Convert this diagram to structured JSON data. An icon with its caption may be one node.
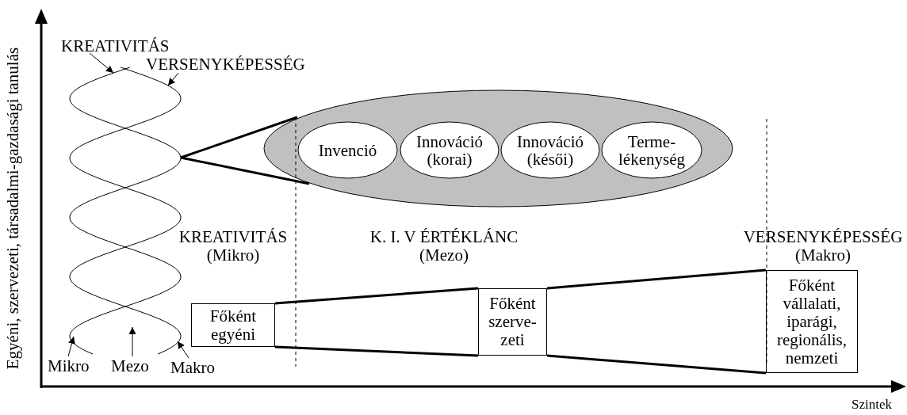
{
  "diagram": {
    "nodes": [
      {
        "text": [
          "KREATIVITÁS"
        ]
      },
      {
        "text": [
          "VERSENYKÉPESSÉG"
        ]
      },
      {
        "text": [],
        "shape": "helix"
      },
      {
        "text": [],
        "shape": "ellipse"
      },
      {
        "text": [
          "Invenció"
        ],
        "in": 3
      },
      {
        "text": [
          "Innováció (korai)"
        ],
        "in": 3
      },
      {
        "text": [
          "Innováció (késői)"
        ],
        "in": 3
      },
      {
        "text": [
          "Terme-lékenység"
        ],
        "in": 3
      },
      {
        "text": [
          "Főként egyéni"
        ]
      },
      {
        "text": [
          "Főként szerve-zeti"
        ]
      },
      {
        "text": [
          "Főként vállalati, iparági, regionális, nemzeti"
        ]
      },
      {
        "text": [
          "Mikro"
        ]
      },
      {
        "text": [
          "Mezo"
        ]
      },
      {
        "text": [
          "Makro"
        ]
      }
    ],
    "edges": [
      {
        "from": 0,
        "to": 2,
        "arrow": "to"
      },
      {
        "from": 1,
        "to": 2,
        "arrow": "to"
      },
      {
        "from": 11,
        "to": 2,
        "arrow": "to"
      },
      {
        "from": 12,
        "to": 2,
        "arrow": "to"
      },
      {
        "from": 13,
        "to": 2,
        "arrow": "to"
      },
      {
        "from": 2,
        "to": 3,
        "arrow": "none"
      },
      {
        "from": 2,
        "to": 3,
        "arrow": "none"
      },
      {
        "from": 8,
        "to": 9,
        "arrow": "none"
      },
      {
        "from": 8,
        "to": 9,
        "arrow": "none"
      },
      {
        "from": 9,
        "to": 10,
        "arrow": "none"
      },
      {
        "from": 9,
        "to": 10,
        "arrow": "none"
      }
    ],
    "labels": [
      "Egyéni, szervezeti, társadalmi-gazdasági tanulás",
      "KREATIVITÁS (Mikro)",
      "K. I. V ÉRTÉKLÁNC (Mezo)",
      "VERSENYKÉPESSÉG (Makro)",
      "Szintek"
    ]
  }
}
